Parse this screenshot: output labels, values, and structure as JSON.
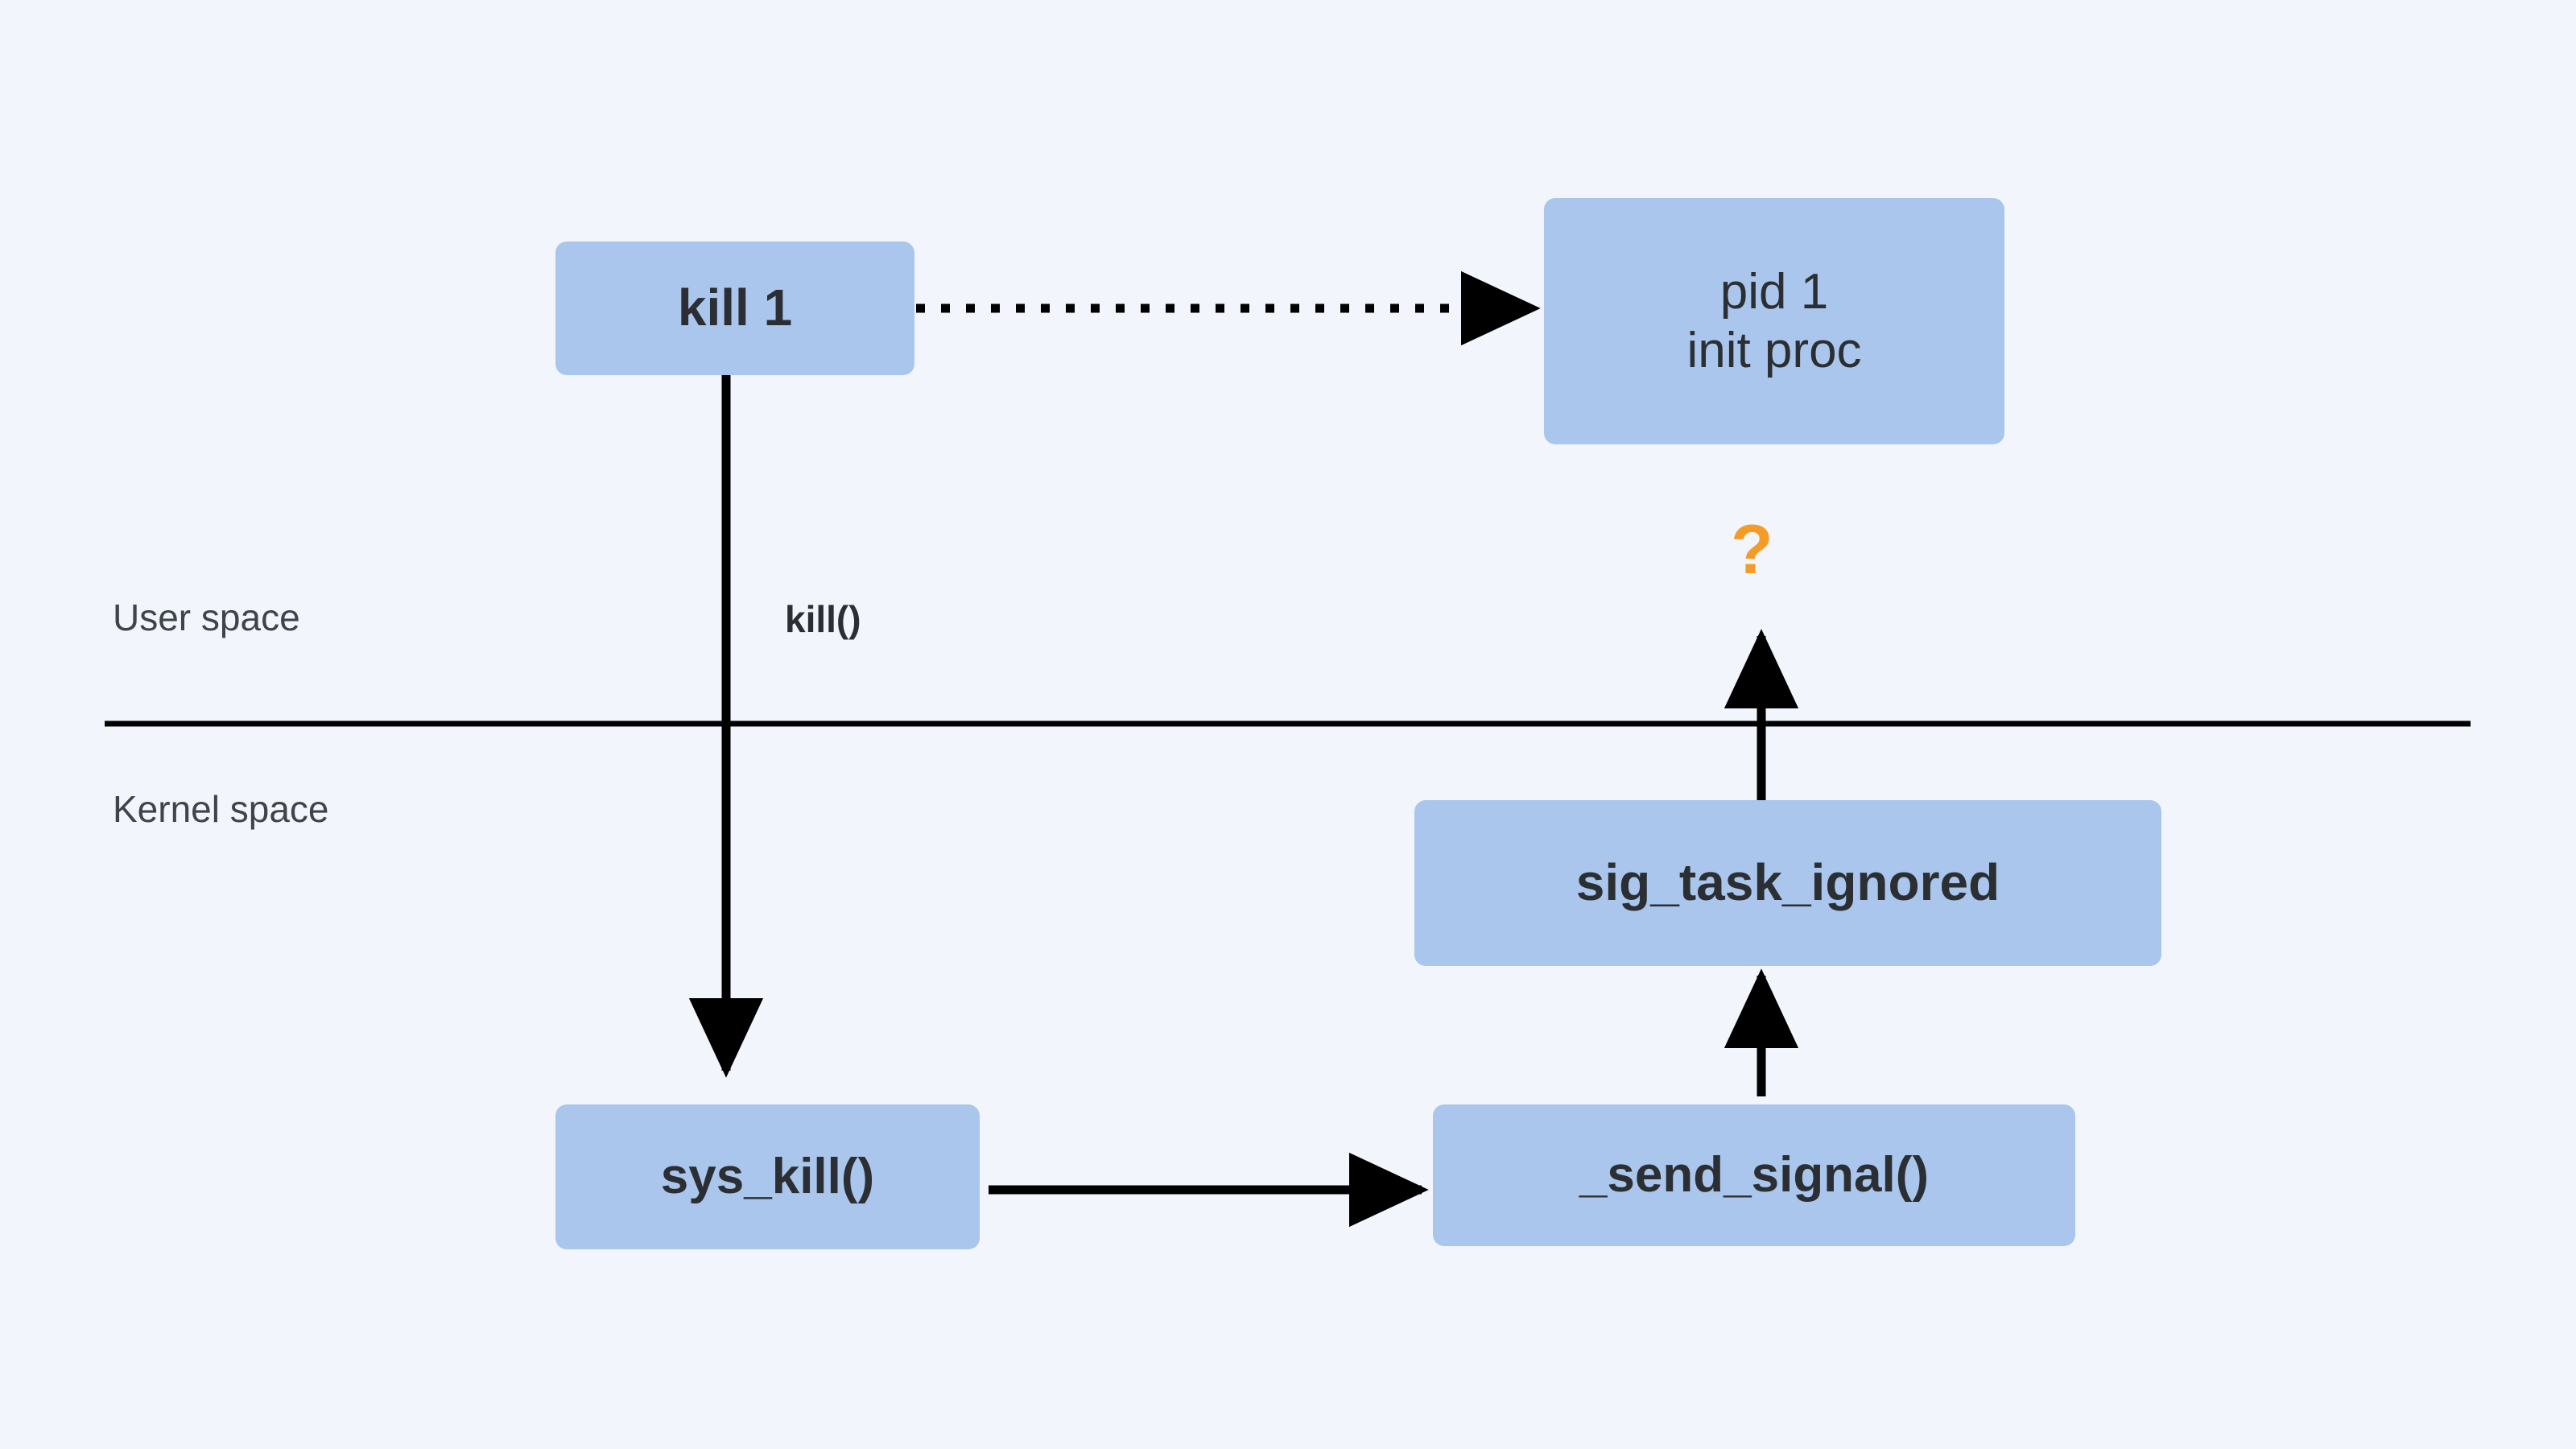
{
  "diagram": {
    "title": "kill 1 signal path through user space and kernel space",
    "background_color": "#f2f6fc",
    "node_fill_color": "#aac6ec",
    "node_text_color": "#2b2f33",
    "edge_color": "#000000",
    "accent_color": "#f59c28",
    "divider_label_color": "#3f4448"
  },
  "nodes": {
    "kill1": {
      "label": "kill 1"
    },
    "pid1": {
      "label": "pid 1\ninit proc"
    },
    "sig_task_ignored": {
      "label": "sig_task_ignored"
    },
    "sys_kill": {
      "label": "sys_kill()"
    },
    "send_signal": {
      "label": "_send_signal()"
    }
  },
  "labels": {
    "user_space": "User space",
    "kernel_space": "Kernel space",
    "kill_call": "kill()",
    "question_mark": "?"
  },
  "edges": [
    {
      "name": "kill1-to-pid1",
      "from": "kill1",
      "to": "pid1",
      "style": "dotted",
      "arrow": "end",
      "direction": "right"
    },
    {
      "name": "kill1-to-sys_kill",
      "from": "kill1",
      "to": "sys_kill",
      "style": "solid",
      "arrow": "end",
      "direction": "down",
      "label": "kill()"
    },
    {
      "name": "sys_kill-to-send_signal",
      "from": "sys_kill",
      "to": "send_signal",
      "style": "solid",
      "arrow": "end",
      "direction": "right"
    },
    {
      "name": "send_signal-to-sig_task_ignored",
      "from": "send_signal",
      "to": "sig_task_ignored",
      "style": "solid",
      "arrow": "end",
      "direction": "up"
    },
    {
      "name": "sig_task_ignored-to-question",
      "from": "sig_task_ignored",
      "to": "question_mark",
      "style": "solid",
      "arrow": "end",
      "direction": "up"
    }
  ],
  "divider": {
    "name": "user-kernel-boundary",
    "above": "User space",
    "below": "Kernel space"
  }
}
